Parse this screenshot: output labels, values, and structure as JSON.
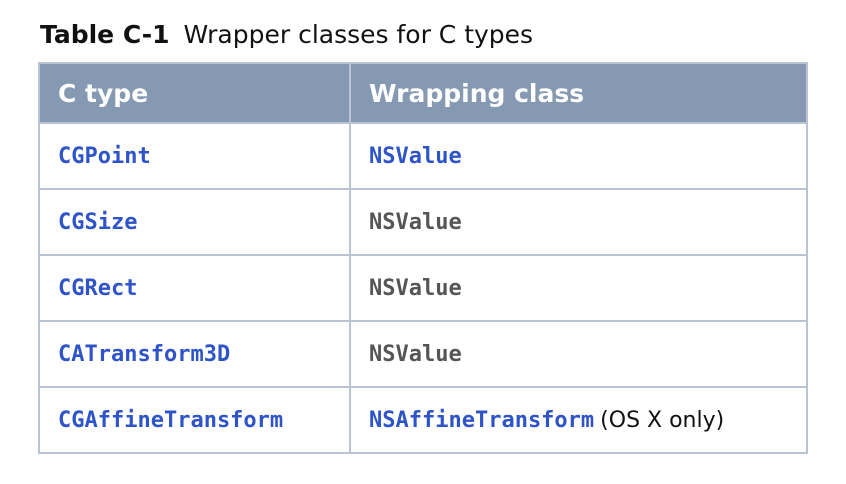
{
  "caption": {
    "number": "Table C-1",
    "title": "Wrapper classes for C types"
  },
  "table": {
    "headers": [
      "C type",
      "Wrapping class"
    ],
    "rows": [
      {
        "c_type": "CGPoint",
        "wrapping_class": "NSValue",
        "wrapping_is_link": true,
        "note": ""
      },
      {
        "c_type": "CGSize",
        "wrapping_class": "NSValue",
        "wrapping_is_link": false,
        "note": ""
      },
      {
        "c_type": "CGRect",
        "wrapping_class": "NSValue",
        "wrapping_is_link": false,
        "note": ""
      },
      {
        "c_type": "CATransform3D",
        "wrapping_class": "NSValue",
        "wrapping_is_link": false,
        "note": ""
      },
      {
        "c_type": "CGAffineTransform",
        "wrapping_class": "NSAffineTransform",
        "wrapping_is_link": true,
        "note": "(OS X only)"
      }
    ]
  },
  "colors": {
    "header_bg": "#8599b2",
    "border": "#b9c3d1",
    "link": "#2f54c8",
    "plain_code": "#555555"
  }
}
